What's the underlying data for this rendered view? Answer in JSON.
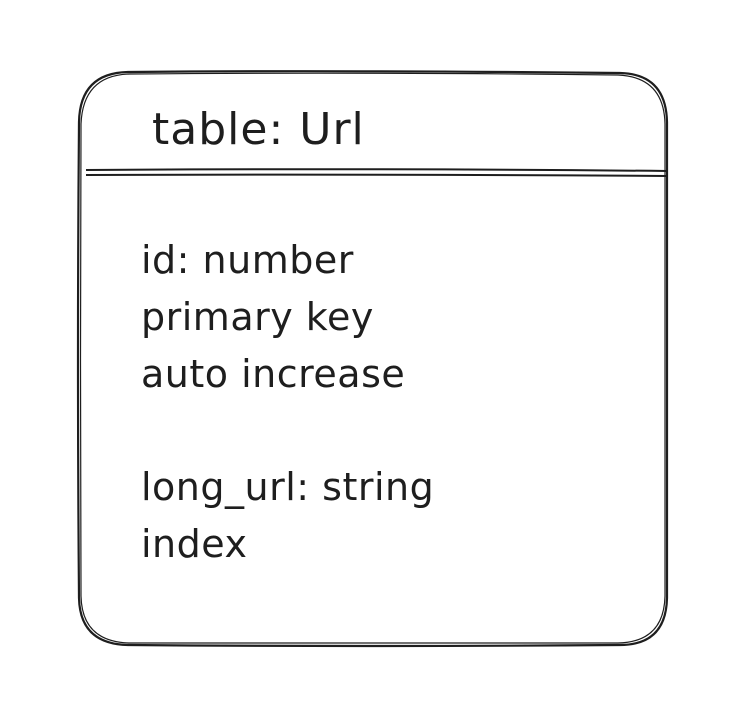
{
  "table": {
    "title": "table: Url",
    "fields": [
      {
        "line1": "id: number",
        "line2": "primary key",
        "line3": "auto increase"
      },
      {
        "line1": "long_url: string",
        "line2": "index"
      }
    ]
  },
  "colors": {
    "stroke": "#1e1e1e",
    "background": "#ffffff"
  }
}
